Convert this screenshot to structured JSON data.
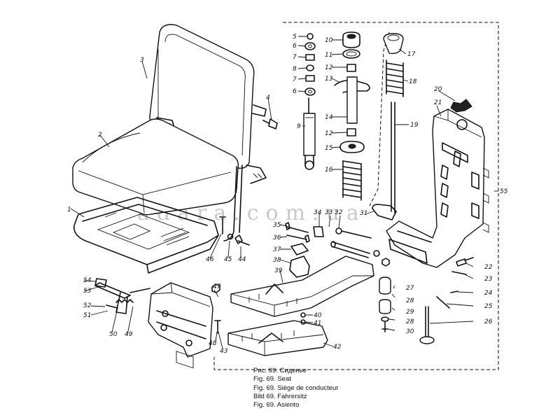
{
  "watermark": "adara.com.ua",
  "caption": [
    "Рис. 69. Сиденье",
    "Fig. 69. Seat",
    "Fig. 69. Siège de conducteur",
    "Bild 69. Fahrersitz",
    "Fig. 69. Asiento"
  ],
  "callouts": [
    "1",
    "2",
    "3",
    "4",
    "5",
    "6",
    "7",
    "8",
    "7",
    "6",
    "9",
    "10",
    "11",
    "12",
    "13",
    "14",
    "12",
    "15",
    "16",
    "17",
    "18",
    "19",
    "20",
    "21",
    "55",
    "22",
    "23",
    "24",
    "25",
    "26",
    "27",
    "28",
    "29",
    "28",
    "30",
    "31",
    "32",
    "33",
    "34",
    "35",
    "36",
    "37",
    "38",
    "39",
    "40",
    "41",
    "42",
    "43",
    "44",
    "45",
    "46",
    "47",
    "48",
    "49",
    "50",
    "51",
    "52",
    "53",
    "54"
  ]
}
